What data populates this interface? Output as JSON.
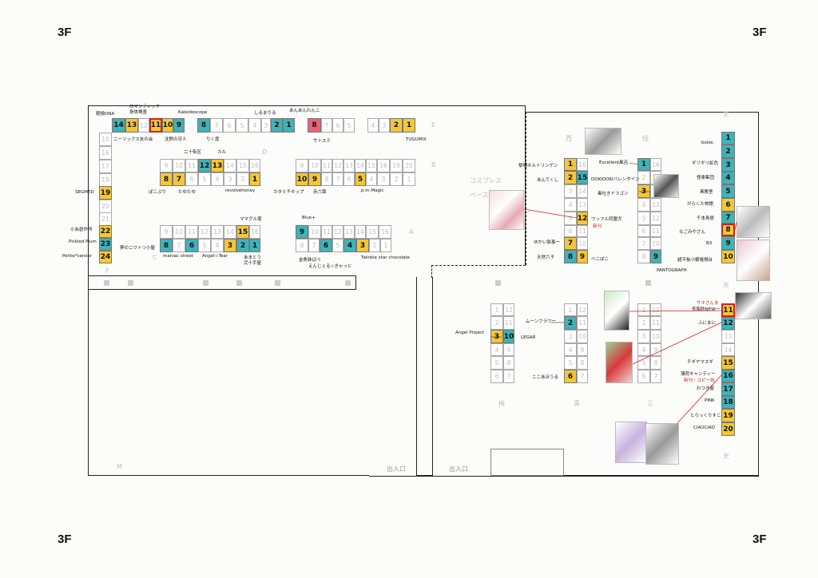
{
  "floor_label": "3F",
  "labels": {
    "entrance": "出入口",
    "cosplay_space": "コスプレスペース",
    "new_book": "新刊",
    "new_book_copy": "新刊・コピー誌",
    "sakisanmo": "サキさんま"
  },
  "zones": {
    "M": "M",
    "F": "F",
    "A": "A",
    "B": "B",
    "C": "C",
    "D": "D",
    "E": "E",
    "west": "西",
    "katsura": "桂",
    "ten": "天",
    "ume": "梅",
    "ao": "青",
    "san": "三"
  },
  "circles": {
    "kisho_dna": "軽換DNA",
    "romantic": "ロマンティック\n身体検査",
    "kaleidoscope": "Kaleidoscope",
    "shiromariru": "しるまりる",
    "anan": "あんあんわんこ",
    "knee_socks": "ニーソックス友の会",
    "numata": "沈黙の牙人",
    "rikudo": "りく度",
    "satosute": "サトステ",
    "tsugumix": "TUGUMIX",
    "nijugaiku": "二十街区",
    "karu": "カル",
    "pokopuri": "ぽこぷり",
    "tayutayu": "たゆたゆ",
    "revolvehoney": "revolvehoney",
    "katamichi": "カタミチキップ",
    "akaroku": "赤六章",
    "pmmagic": "p.m.Magic",
    "segmed": "SEGMED",
    "koito": "小糸創作所",
    "pickled_plum": "Pickled Plum",
    "petite": "Petite*ceriser",
    "mamagurutsuki": "ママグル使",
    "blueplus": "Blue+",
    "yume": "夢のニワトリ小屋",
    "maniac": "maniac street",
    "angeltear": "Angel☆Tear",
    "amatou": "あまとう\n弐十手屋",
    "kingyo": "金魚鉢ばべ",
    "enjiel": "えんじぇる☆きゃっと",
    "twinkle": "Twinkle star chocolate",
    "reiwanet": "黎明ネルトリンゲン",
    "antekushi": "あんてくし",
    "yukaishitsuji": "ゆかい執事ー",
    "tennen": "天然六子",
    "waffle": "ワッフル同盟犬",
    "excellent": "Excellent風呂",
    "dokidoki": "DOKIDOKIバレンタイン",
    "dokuhaki": "毒吐きドラゴン",
    "bekoboko": "べこぼこ",
    "pantograph": "PANTOGRAPH",
    "bolze": "bolze.",
    "girigiri": "ギリギリ虹色",
    "kaijyu": "怪楽集団",
    "kurokyo": "黒教室",
    "garakuta": "がらくた物語",
    "chihiro": "千本鳥居",
    "nagomiya": "なごみやさん",
    "b3": "B3",
    "chohira": "超平板小銀電視台",
    "moonflower": "ムーンフラワー",
    "angelproject": "Angel Project",
    "legar": "LEGAR",
    "kokoaho": "ここあほうる",
    "teihatsu": "低脂肪NEW一",
    "funimani": "ふにまに",
    "chigiya": "チギヤマスギ",
    "hakka": "薄荷キャンディー",
    "wattsuki": "わつき屋",
    "pink": "PINK",
    "toracco": "とらっくりすこ",
    "ciaociao": "CIAOCIAO"
  },
  "highlight_colors": {
    "yellow": "#f3c737",
    "teal": "#3fb3b7",
    "pink": "#ec6277",
    "red_border": "#d42020"
  }
}
